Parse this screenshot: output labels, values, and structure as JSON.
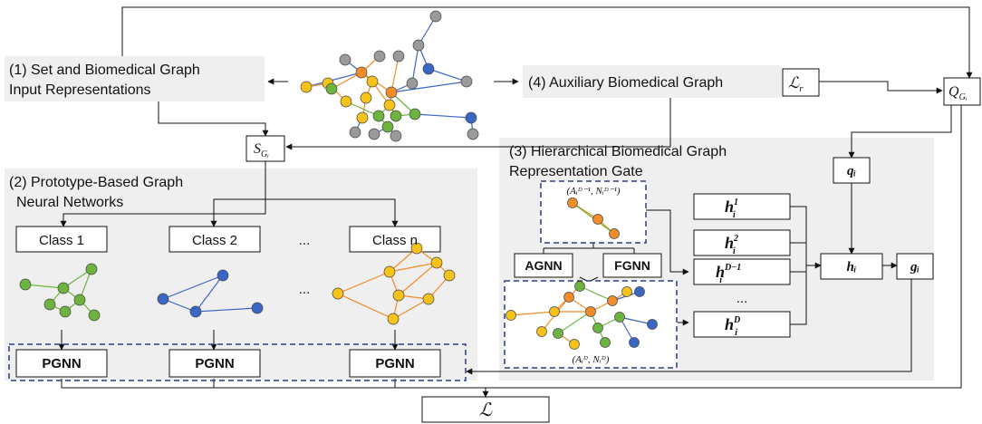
{
  "sections": {
    "s1_line1": "(1) Set and Biomedical Graph",
    "s1_line2": "Input Representations",
    "s2_line1": "(2) Prototype-Based Graph",
    "s2_line2": "Neural Networks",
    "s3_line1": "(3) Hierarchical Biomedical Graph",
    "s3_line2": "Representation Gate",
    "s4": "(4) Auxiliary Biomedical Graph"
  },
  "classes": [
    "Class 1",
    "Class 2",
    "Class n"
  ],
  "ellipsis": "...",
  "pgnn": "PGNN",
  "agnn": "AGNN",
  "fgnn": "FGNN",
  "math": {
    "loss": "ℒ",
    "loss_r_base": "ℒ",
    "loss_r_sub": "r",
    "S_base": "S",
    "S_sub": "Gᵢ",
    "Q_base": "Q",
    "Q_sub": "Gᵢ",
    "q": "qᵢ",
    "h": "hᵢ",
    "g": "gᵢ",
    "h1_base": "h",
    "h1_sub": "i",
    "h1_sup": "1",
    "h2_base": "h",
    "h2_sub": "i",
    "h2_sup": "2",
    "hD1_base": "h",
    "hD1_sub": "i",
    "hD1_sup": "D−1",
    "hD_base": "h",
    "hD_sub": "i",
    "hD_sup": "D",
    "top_graph_label": "(Aᵢᴰ⁻¹, Nᵢᴰ⁻¹)",
    "bottom_graph_label": "(Aᵢᴰ, Nᵢᴰ)"
  },
  "colors": {
    "orange": "#f28c28",
    "yellow": "#f7c31a",
    "green": "#6cb43f",
    "blue": "#3a66c4",
    "gray": "#9a9a9a",
    "section_bg": "#efefef",
    "dashed": "#2b3f86"
  }
}
